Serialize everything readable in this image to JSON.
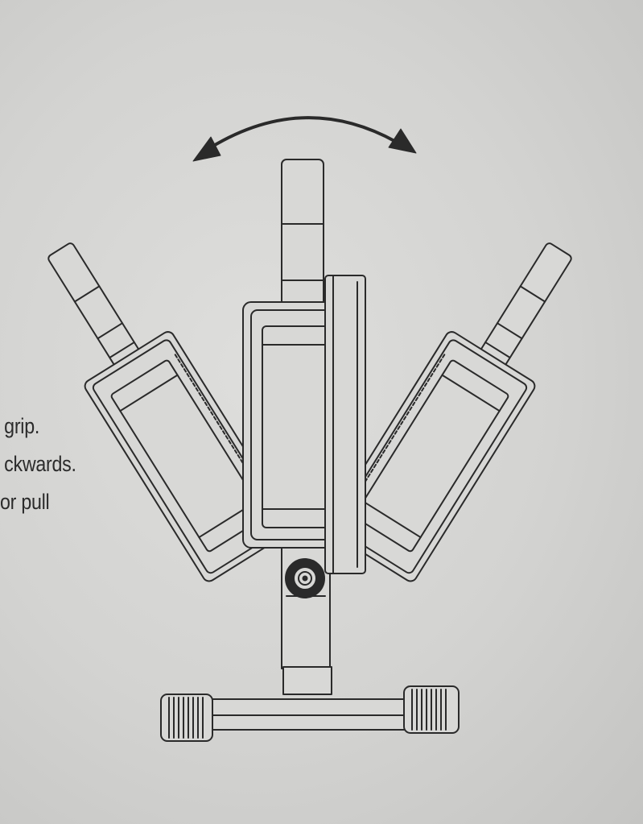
{
  "instructions": {
    "lines": [
      "grip.",
      "ckwards.",
      "or pull"
    ]
  },
  "figure": {
    "icons": [
      "rotation-arrow-icon",
      "lamp-head-left",
      "lamp-head-center",
      "lamp-head-right",
      "pivot-knob-icon",
      "stand-base"
    ],
    "line_color": "#2a2a2a",
    "paper_color": "#d9d9d7"
  }
}
